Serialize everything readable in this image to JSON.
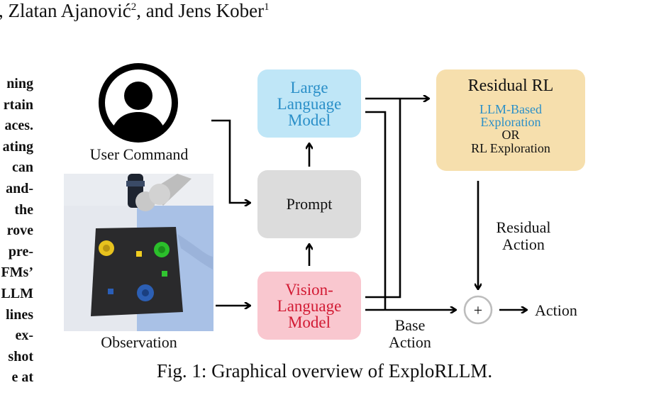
{
  "header": {
    "authors_prefix": ", Zlatan Ajanović",
    "sup1": "2",
    "authors_mid": ", and Jens Kober",
    "sup2": "1"
  },
  "left_column": [
    "ning",
    "rtain",
    "aces.",
    "ating",
    "can",
    "and-",
    "the",
    "rove",
    "pre-",
    "FMs’",
    "LLM",
    "lines",
    "ex-",
    "shot",
    "e   at"
  ],
  "diagram": {
    "user_command_label": "User Command",
    "observation_label": "Observation",
    "llm_lines": [
      "Large",
      "Language",
      "Model"
    ],
    "prompt_label": "Prompt",
    "vlm_lines": [
      "Vision-",
      "Language",
      "Model"
    ],
    "residual_rl": {
      "title": "Residual RL",
      "llm_based": [
        "LLM-Based",
        "Exploration"
      ],
      "or": "OR",
      "rl_exploration": "RL Exploration"
    },
    "residual_action": [
      "Residual",
      "Action"
    ],
    "base_action": [
      "Base",
      "Action"
    ],
    "plus": "+",
    "action_label": "Action"
  },
  "colors": {
    "llm_bg": "#bfe6f7",
    "llm_text": "#2a8fc8",
    "prompt_bg": "#dcdcdc",
    "vlm_bg": "#f9c7cf",
    "vlm_text": "#d21a33",
    "rrl_bg": "#f6dfad"
  },
  "caption": "Fig. 1: Graphical overview of ExploRLLM."
}
